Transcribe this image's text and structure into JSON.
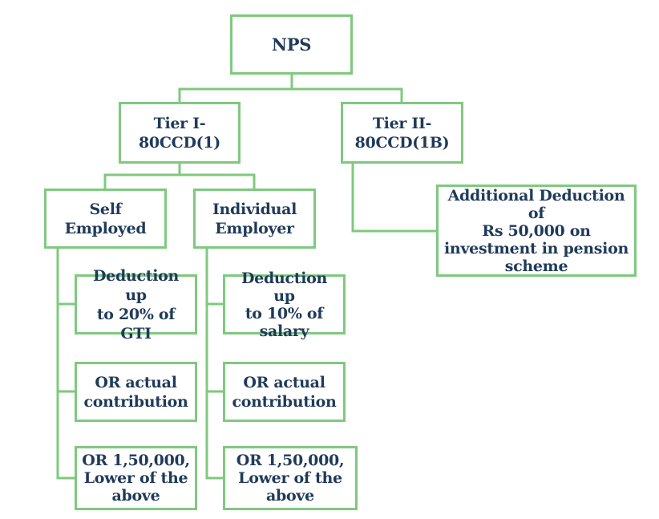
{
  "diagram": {
    "accent_color": "#7fc97f",
    "text_color": "#1f3a5a",
    "nodes": {
      "nps": "NPS",
      "tier1": "Tier I-\n80CCD(1)",
      "tier2": "Tier II-\n80CCD(1B)",
      "self_employed": "Self Employed",
      "individual_employer": "Individual\nEmployer",
      "additional_deduction": "Additional Deduction of\nRs 50,000 on\ninvestment in pension\nscheme",
      "self_deduction": "Deduction up\nto 20% of GTI",
      "self_actual": "OR actual\ncontribution",
      "self_lower": "OR  1,50,000,\nLower of the\nabove",
      "indiv_deduction": "Deduction up\nto 10% of\nsalary",
      "indiv_actual": "OR actual\ncontribution",
      "indiv_lower": "OR 1,50,000,\nLower of the\nabove"
    }
  }
}
